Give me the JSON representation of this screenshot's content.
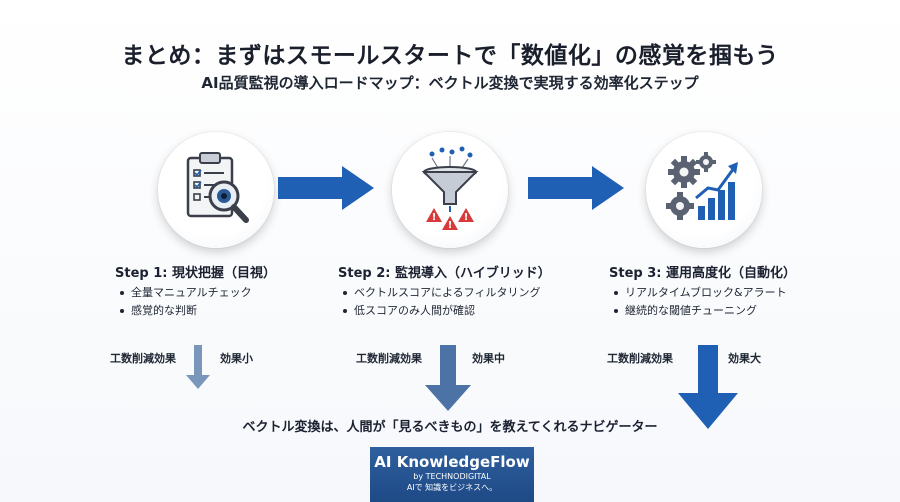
{
  "header": {
    "title": "まとめ：まずはスモールスタートで「数値化」の感覚を掴もう",
    "subtitle": "AI品質監視の導入ロードマップ：ベクトル変換で実現する効率化ステップ"
  },
  "steps": [
    {
      "title": "Step 1: 現状把握（目視）",
      "bullets": [
        "全量マニュアルチェック",
        "感覚的な判断"
      ],
      "reduction_label": "工数削減効果",
      "effect_label": "効果小",
      "effect_level": 1,
      "icon": "checklist-magnifier-icon"
    },
    {
      "title": "Step 2: 監視導入（ハイブリッド）",
      "bullets": [
        "ベクトルスコアによるフィルタリング",
        "低スコアのみ人間が確認"
      ],
      "reduction_label": "工数削減効果",
      "effect_label": "効果中",
      "effect_level": 2,
      "icon": "filter-funnel-warning-icon"
    },
    {
      "title": "Step 3: 運用高度化（自動化）",
      "bullets": [
        "リアルタイムブロック&アラート",
        "継続的な閾値チューニング"
      ],
      "reduction_label": "工数削減効果",
      "effect_label": "効果大",
      "effect_level": 3,
      "icon": "gears-growth-chart-icon"
    }
  ],
  "footer_note": "ベクトル変換は、人間が「見るべきもの」を教えてくれるナビゲーター",
  "brand": {
    "name": "AI KnowledgeFlow",
    "by": "by TECHNODIGITAL",
    "tagline": "AIで 知識をビジネスへ。"
  },
  "colors": {
    "arrow_blue": "#1f5fb4",
    "arrow_light": "#7a96bb",
    "arrow_mid": "#4d73a6",
    "warning_red": "#d63a3a",
    "brand_blue": "#24508f"
  }
}
